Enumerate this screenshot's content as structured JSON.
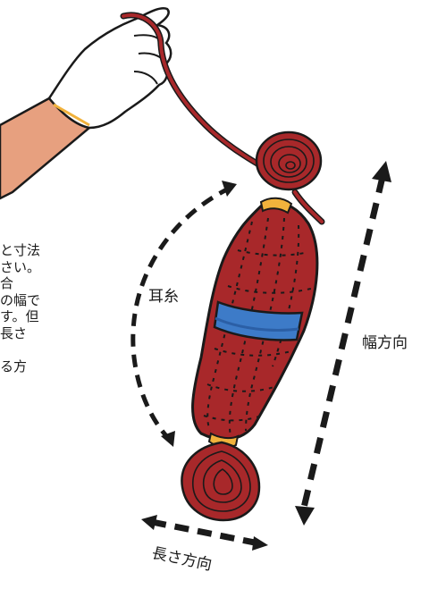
{
  "figure": {
    "labels": {
      "ear_thread": "耳糸",
      "width_direction": "幅方向",
      "length_direction": "長さ方向"
    },
    "body_text_lines": [
      "と寸法",
      "さい。",
      "合",
      "の幅で",
      "す。但",
      "長さ",
      "",
      "る方"
    ],
    "colors": {
      "netting": "#a8282a",
      "outline": "#1a1a1a",
      "band": "#3d7bc8",
      "band_dark": "#2b5fa6",
      "skin": "#e7a07f",
      "glove": "#ffffff",
      "tie": "#f1b23c"
    },
    "icons": [
      "gloved-hand-icon",
      "netted-bundle-icon",
      "dashed-arrow-icon"
    ]
  }
}
